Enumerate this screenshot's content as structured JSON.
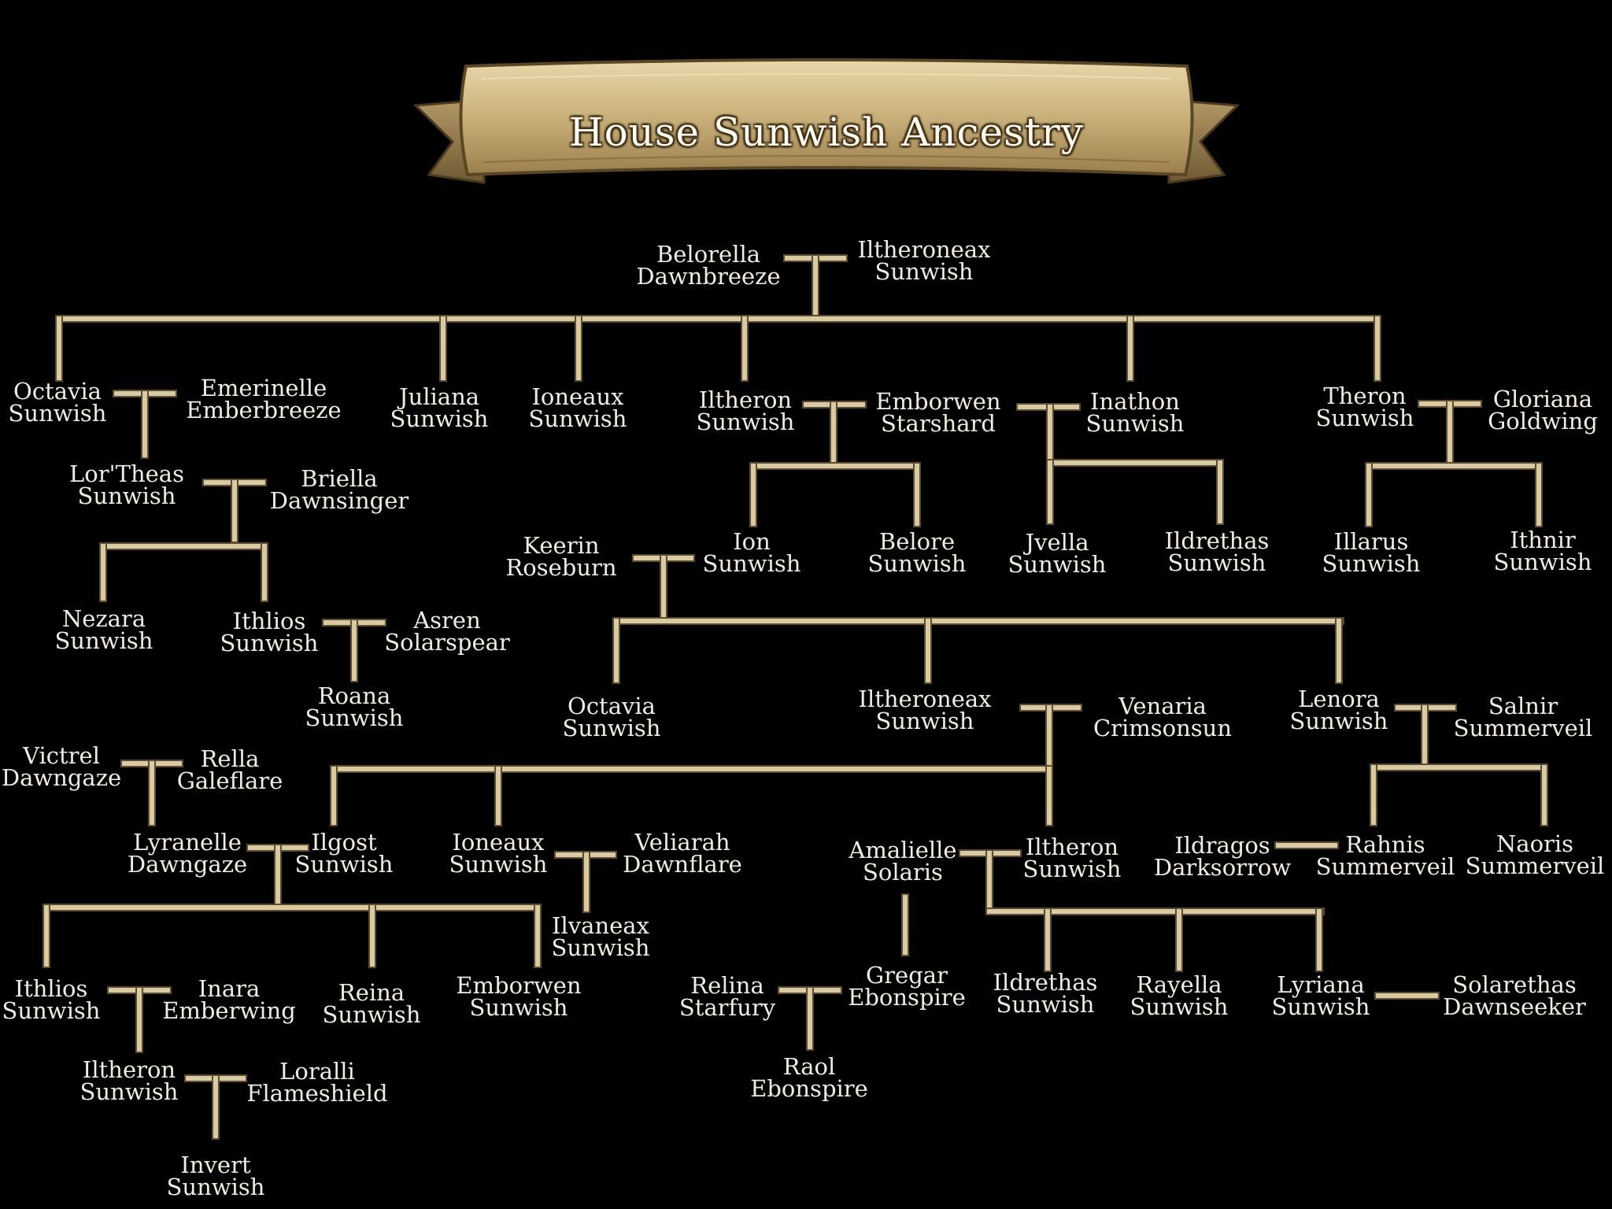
{
  "title": "House Sunwish Ancestry",
  "colors": {
    "background": "#000000",
    "connector": "#d9caa3",
    "text": "#f1ece0",
    "banner": "#c9b07a"
  },
  "people": {
    "belorella": [
      "Belorella",
      "Dawnbreeze"
    ],
    "iltheroneax_sr": [
      "Iltheroneax",
      "Sunwish"
    ],
    "octavia_sr": [
      "Octavia",
      "Sunwish"
    ],
    "emerinelle": [
      "Emerinelle",
      "Emberbreeze"
    ],
    "juliana": [
      "Juliana",
      "Sunwish"
    ],
    "ioneaux_sr": [
      "Ioneaux",
      "Sunwish"
    ],
    "iltheron_sr": [
      "Iltheron",
      "Sunwish"
    ],
    "emborwen_st": [
      "Emborwen",
      "Starshard"
    ],
    "inathon": [
      "Inathon",
      "Sunwish"
    ],
    "theron": [
      "Theron",
      "Sunwish"
    ],
    "gloriana": [
      "Gloriana",
      "Goldwing"
    ],
    "lortheas": [
      "Lor'Theas",
      "Sunwish"
    ],
    "briella": [
      "Briella",
      "Dawnsinger"
    ],
    "ion": [
      "Ion",
      "Sunwish"
    ],
    "belore": [
      "Belore",
      "Sunwish"
    ],
    "jvella": [
      "Jvella",
      "Sunwish"
    ],
    "ildrethas_a": [
      "Ildrethas",
      "Sunwish"
    ],
    "illarus": [
      "Illarus",
      "Sunwish"
    ],
    "ithnir": [
      "Ithnir",
      "Sunwish"
    ],
    "keerin": [
      "Keerin",
      "Roseburn"
    ],
    "nezara": [
      "Nezara",
      "Sunwish"
    ],
    "ithlios_a": [
      "Ithlios",
      "Sunwish"
    ],
    "asren": [
      "Asren",
      "Solarspear"
    ],
    "roana": [
      "Roana",
      "Sunwish"
    ],
    "octavia_jr": [
      "Octavia",
      "Sunwish"
    ],
    "iltheroneax_jr": [
      "Iltheroneax",
      "Sunwish"
    ],
    "venaria": [
      "Venaria",
      "Crimsonsun"
    ],
    "lenora": [
      "Lenora",
      "Sunwish"
    ],
    "salnir": [
      "Salnir",
      "Summerveil"
    ],
    "victrel": [
      "Victrel",
      "Dawngaze"
    ],
    "rella": [
      "Rella",
      "Galeflare"
    ],
    "lyranelle": [
      "Lyranelle",
      "Dawngaze"
    ],
    "ilgost": [
      "Ilgost",
      "Sunwish"
    ],
    "ioneaux_jr": [
      "Ioneaux",
      "Sunwish"
    ],
    "veliarah": [
      "Veliarah",
      "Dawnflare"
    ],
    "amalielle": [
      "Amalielle",
      "Solaris"
    ],
    "iltheron_jr": [
      "Iltheron",
      "Sunwish"
    ],
    "ildragos": [
      "Ildragos",
      "Darksorrow"
    ],
    "rahnis": [
      "Rahnis",
      "Summerveil"
    ],
    "naoris": [
      "Naoris",
      "Summerveil"
    ],
    "ilvaneax": [
      "Ilvaneax",
      "Sunwish"
    ],
    "ithlios_b": [
      "Ithlios",
      "Sunwish"
    ],
    "inara": [
      "Inara",
      "Emberwing"
    ],
    "reina": [
      "Reina",
      "Sunwish"
    ],
    "emborwen_jr": [
      "Emborwen",
      "Sunwish"
    ],
    "relina": [
      "Relina",
      "Starfury"
    ],
    "gregar": [
      "Gregar",
      "Ebonspire"
    ],
    "ildrethas_b": [
      "Ildrethas",
      "Sunwish"
    ],
    "rayella": [
      "Rayella",
      "Sunwish"
    ],
    "lyriana": [
      "Lyriana",
      "Sunwish"
    ],
    "solarethas": [
      "Solarethas",
      "Dawnseeker"
    ],
    "iltheron_iii": [
      "Iltheron",
      "Sunwish"
    ],
    "loralli": [
      "Loralli",
      "Flameshield"
    ],
    "raol": [
      "Raol",
      "Ebonspire"
    ],
    "invert": [
      "Invert",
      "Sunwish"
    ]
  }
}
